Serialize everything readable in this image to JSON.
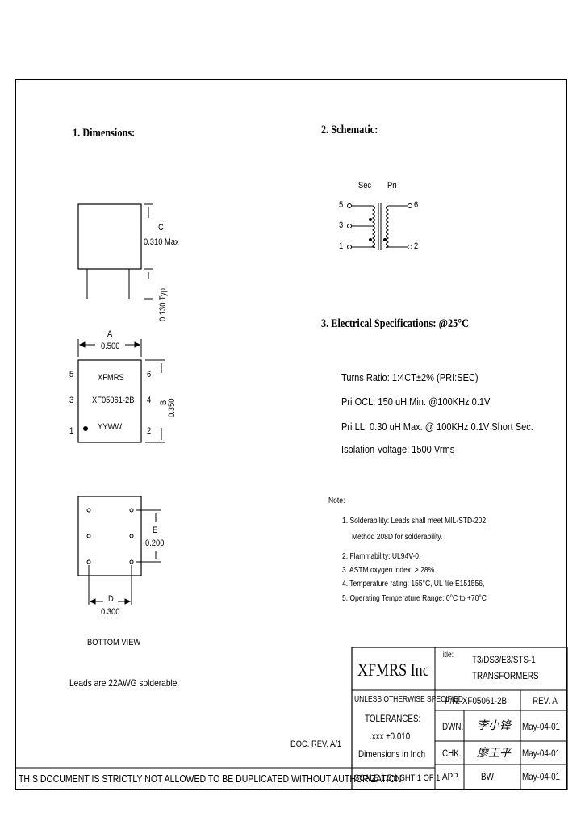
{
  "sections": {
    "dimensions_title": "1. Dimensions:",
    "schematic_title": "2. Schematic:",
    "electrical_title": "3. Electrical   Specifications: @25°C"
  },
  "side_view": {
    "dim_c_label": "C",
    "dim_c_value": "0.310 Max",
    "lead_length": "0.130 Typ"
  },
  "top_view": {
    "dim_a_label": "A",
    "dim_a_value": "0.500",
    "dim_b_label": "B",
    "dim_b_value": "0.350",
    "marking_line1": "XFMRS",
    "marking_line2": "XF05061-2B",
    "marking_line3": "YYWW",
    "pin_left": [
      "5",
      "3",
      "1"
    ],
    "pin_right": [
      "6",
      "4",
      "2"
    ]
  },
  "bottom_view": {
    "dim_e_label": "E",
    "dim_e_value": "0.200",
    "dim_d_label": "D",
    "dim_d_value": "0.300",
    "caption": "BOTTOM VIEW"
  },
  "leads_note": "Leads are 22AWG solderable.",
  "schematic": {
    "sec_label": "Sec",
    "pri_label": "Pri",
    "pins_left": [
      "5",
      "3",
      "1"
    ],
    "pins_right": [
      "6",
      "2"
    ]
  },
  "specs": [
    "Turns Ratio: 1:4CT±2% (PRI:SEC)",
    "Pri OCL: 150 uH Min. @100KHz 0.1V",
    "Pri LL: 0.30 uH Max. @ 100KHz 0.1V Short Sec.",
    "Isolation Voltage: 1500 Vrms"
  ],
  "notes": {
    "title": "Note:",
    "items": [
      "1. Solderability: Leads shall meet MIL-STD-202,",
      "Method 208D for solderability.",
      "2. Flammability: UL94V-0,",
      "3. ASTM oxygen index: > 28% ,",
      "4. Temperature rating: 155°C, UL file E151556,",
      "5. Operating Temperature Range: 0°C to +70°C"
    ]
  },
  "doc_rev": "DOC. REV. A/1",
  "title_block": {
    "company": "XFMRS Inc",
    "title_label": "Title:",
    "title_line1": "T3/DS3/E3/STS-1",
    "title_line2": "TRANSFORMERS",
    "unless": "UNLESS OTHERWISE SPECIFIED",
    "pn": "P/N: XF05061-2B",
    "rev": "REV. A",
    "tolerances": "TOLERANCES:",
    "tolerance_value": ".xxx ±0.010",
    "dimensions_in": "Dimensions in Inch",
    "dwn": "DWN.",
    "dwn_sig": "李小锋",
    "dwn_date": "May-04-01",
    "chk": "CHK.",
    "chk_sig": "廖王平",
    "chk_date": "May-04-01",
    "app": "APP.",
    "app_sig": "BW",
    "app_date": "May-04-01",
    "scale": "SCALE 1.5:1 SHT 1 OF 1"
  },
  "footer": "THIS DOCUMENT IS STRICTLY NOT ALLOWED TO BE DUPLICATED WITHOUT AUTHORIZATION"
}
